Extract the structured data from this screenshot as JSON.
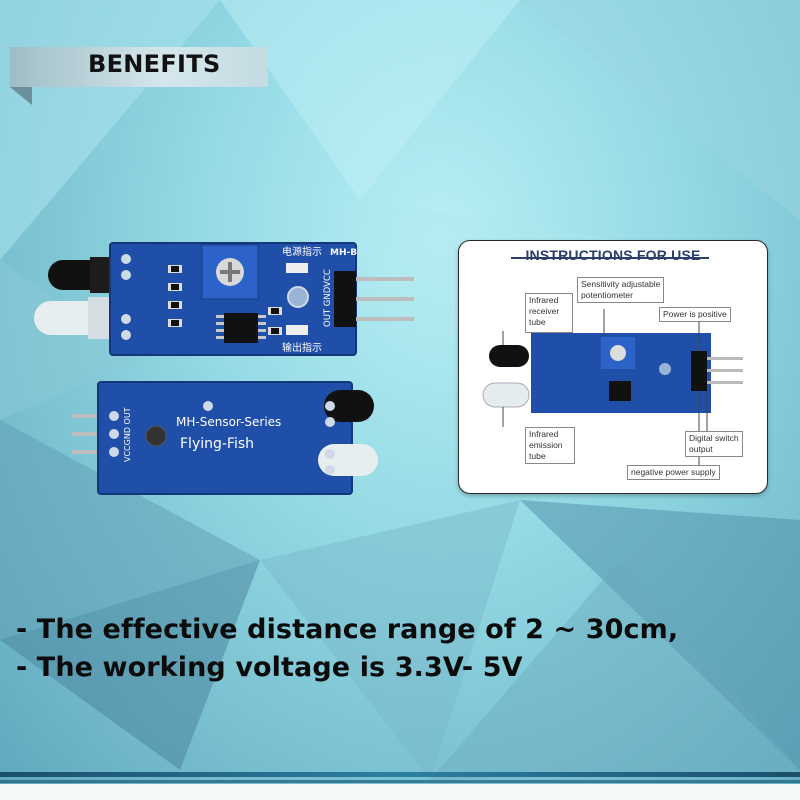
{
  "banner": {
    "title": "BENEFITS"
  },
  "pcb_top": {
    "model": "MH-B",
    "chinese_top": "电源指示",
    "chinese_bottom": "输出指示",
    "pins": "OUT GNDVCC"
  },
  "pcb_bottom": {
    "series": "MH-Sensor-Series",
    "name": "Flying-Fish",
    "pins": "VCCGND OUT"
  },
  "instructions": {
    "title": "INSTRUCTIONS FOR USE",
    "callouts": {
      "receiver_1": "Infrared",
      "receiver_2": "receiver",
      "receiver_3": "tube",
      "sensitivity_1": "Sensitivity adjustable",
      "sensitivity_2": "potentiometer",
      "power": "Power is positive",
      "emission_1": "Infrared",
      "emission_2": "emission",
      "emission_3": "tube",
      "digital_1": "Digital switch",
      "digital_2": "output",
      "negative": "negative power supply"
    }
  },
  "features": {
    "line1": "- The effective distance range of 2 ~ 30cm,",
    "line2": "- The working voltage is 3.3V- 5V"
  },
  "colors": {
    "pcb_blue": "#1f4fa8",
    "banner_text": "#111111",
    "title_blue": "#2d3d6b"
  }
}
